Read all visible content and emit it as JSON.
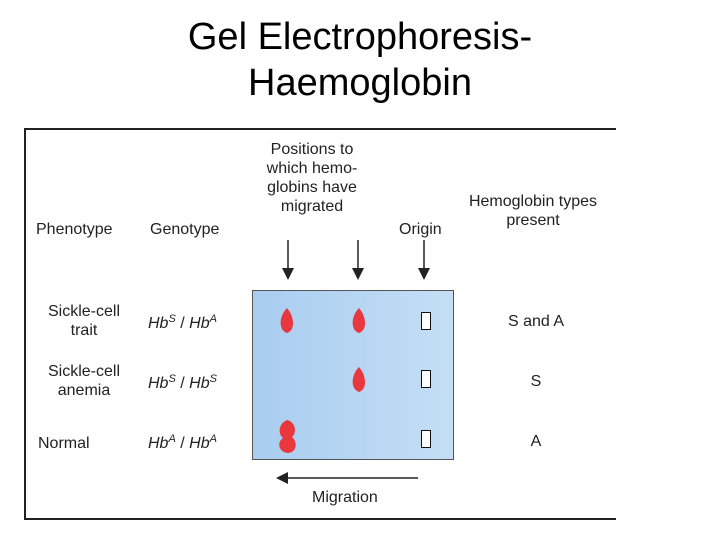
{
  "title": {
    "line1": "Gel Electrophoresis-",
    "line2": "Haemoglobin"
  },
  "headers": {
    "phenotype": "Phenotype",
    "genotype": "Genotype",
    "positions": [
      "Positions to",
      "which hemo-",
      "globins have",
      "migrated"
    ],
    "origin": "Origin",
    "types": [
      "Hemoglobin types",
      "present"
    ]
  },
  "rows": [
    {
      "phenotype": [
        "Sickle-cell",
        "trait"
      ],
      "genotype": {
        "a": "Hb",
        "a_sup": "S",
        "sep": " / ",
        "b": "Hb",
        "b_sup": "A"
      },
      "types_present": "S and A",
      "bands": [
        "A",
        "S"
      ]
    },
    {
      "phenotype": [
        "Sickle-cell",
        "anemia"
      ],
      "genotype": {
        "a": "Hb",
        "a_sup": "S",
        "sep": " / ",
        "b": "Hb",
        "b_sup": "S"
      },
      "types_present": "S",
      "bands": [
        "S"
      ]
    },
    {
      "phenotype": [
        "Normal"
      ],
      "genotype": {
        "a": "Hb",
        "a_sup": "A",
        "sep": " / ",
        "b": "Hb",
        "b_sup": "A"
      },
      "types_present": "A",
      "bands": [
        "A-double"
      ]
    }
  ],
  "migration_label": "Migration",
  "colors": {
    "band": "#e8383d",
    "gel_left": "#a9cdf0",
    "gel_right": "#c4def6",
    "text": "#222222"
  }
}
